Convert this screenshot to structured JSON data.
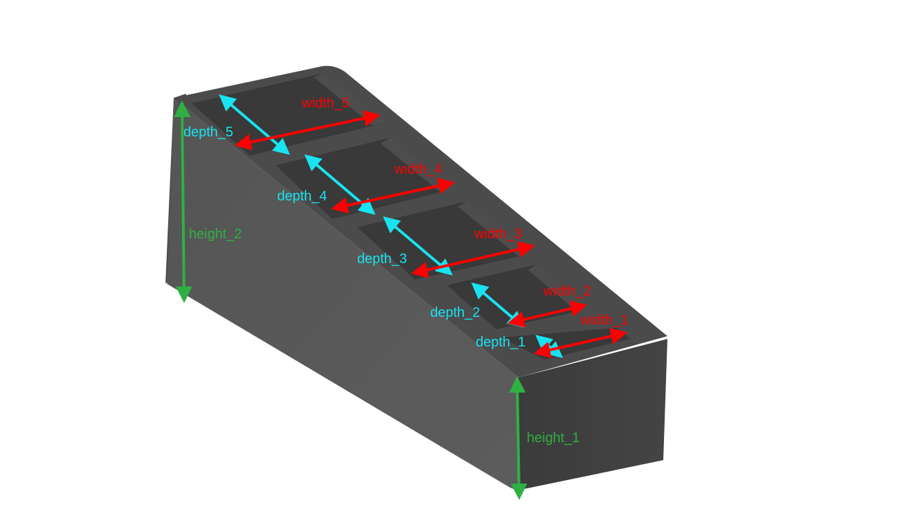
{
  "labels": {
    "width_5": "width_5",
    "width_4": "width_4",
    "width_3": "width_3",
    "width_2": "width_2",
    "width_1": "width_1",
    "depth_5": "depth_5",
    "depth_4": "depth_4",
    "depth_3": "depth_3",
    "depth_2": "depth_2",
    "depth_1": "depth_1",
    "height_1": "height_1",
    "height_2": "height_2"
  },
  "colors": {
    "depth": "#19e3f0",
    "width": "#ff0000",
    "height": "#2fb043",
    "body_dark": "#3e3e3e",
    "body_mid": "#4a4a4a",
    "body_light": "#5a5a5a",
    "background": "#ffffff"
  }
}
